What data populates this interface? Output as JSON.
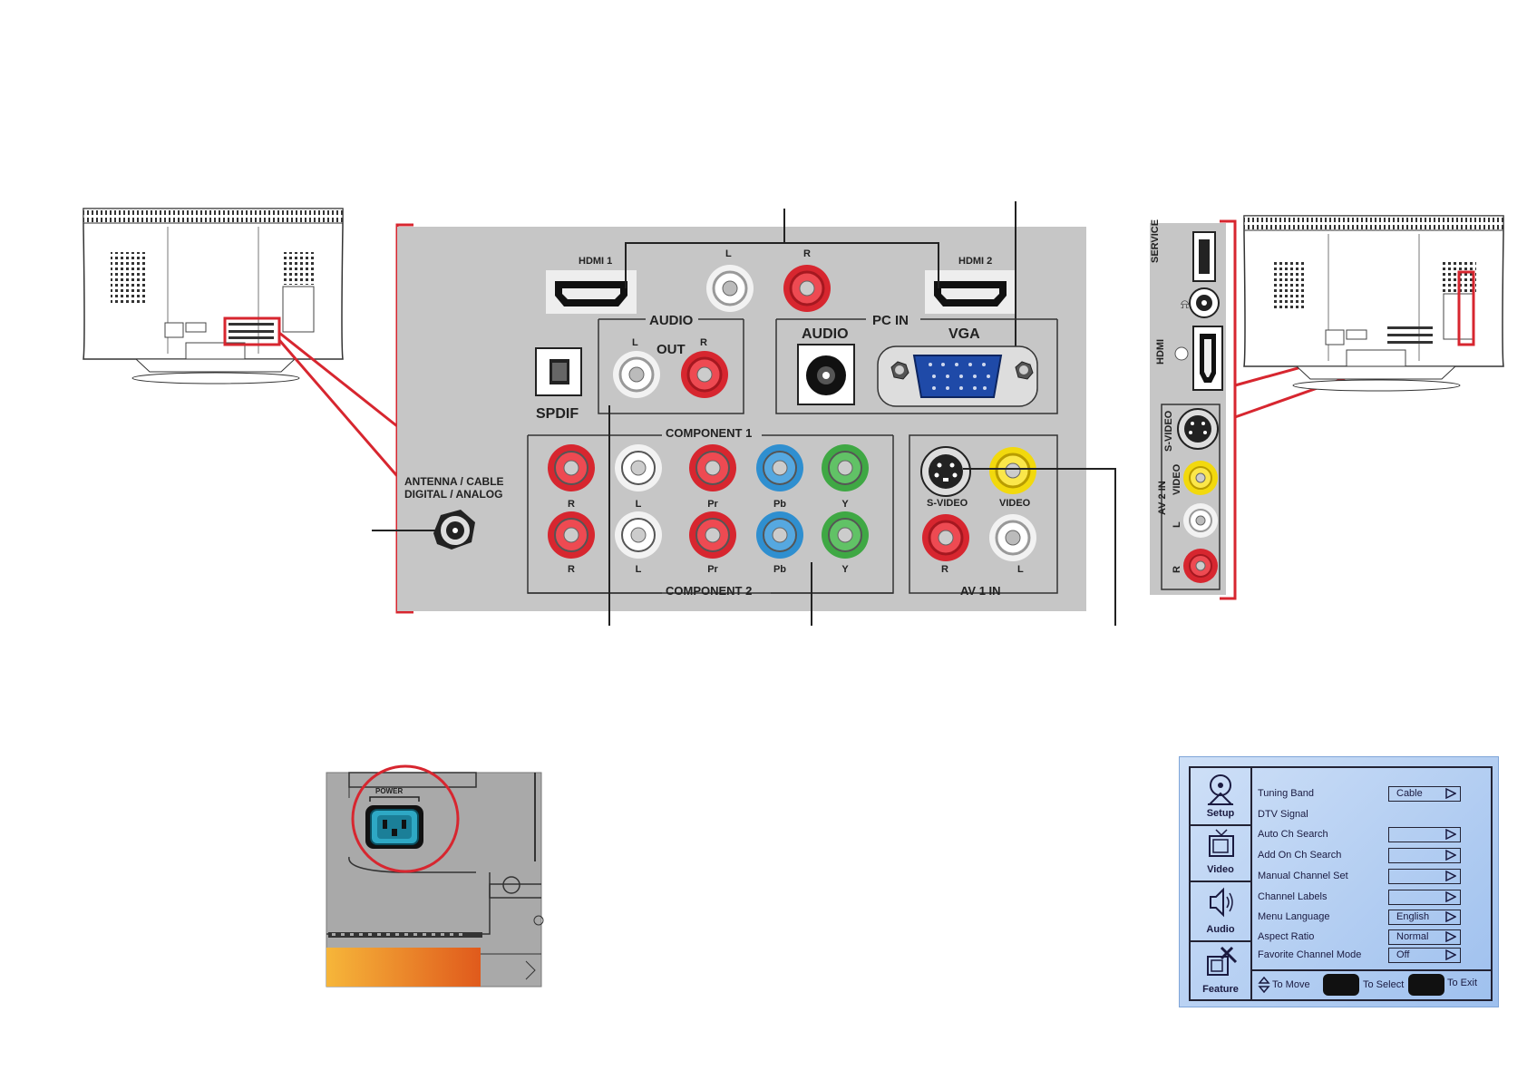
{
  "main_panel": {
    "hdmi1": "HDMI 1",
    "hdmi2": "HDMI 2",
    "audio_l": "L",
    "audio_r": "R",
    "audio_group": "AUDIO",
    "out": "OUT",
    "out_l": "L",
    "out_r": "R",
    "spdif": "SPDIF",
    "pc_in": "PC IN",
    "pc_audio": "AUDIO",
    "vga": "VGA",
    "antenna_line1": "ANTENNA / CABLE",
    "antenna_line2": "DIGITAL / ANALOG",
    "component1": "COMPONENT 1",
    "component2": "COMPONENT 2",
    "comp_labels_top": [
      "R",
      "L",
      "Pr",
      "Pb",
      "Y"
    ],
    "comp_labels_bottom": [
      "R",
      "L",
      "Pr",
      "Pb",
      "Y"
    ],
    "svideo": "S-VIDEO",
    "video": "VIDEO",
    "av1_r": "R",
    "av1_l": "L",
    "av1_in": "AV 1 IN"
  },
  "side_panel": {
    "service": "SERVICE",
    "hdmi": "HDMI",
    "svideo": "S-VIDEO",
    "video": "VIDEO",
    "av2_in": "AV 2 IN",
    "l": "L",
    "r": "R"
  },
  "power": {
    "label": "POWER"
  },
  "menu": {
    "tabs": [
      "Setup",
      "Video",
      "Audio",
      "Feature"
    ],
    "rows": [
      {
        "label": "Tuning Band",
        "value": "Cable",
        "has_box": true
      },
      {
        "label": "DTV Signal",
        "value": "",
        "has_box": false
      },
      {
        "label": "Auto Ch Search",
        "value": "",
        "has_box": true
      },
      {
        "label": "Add On Ch Search",
        "value": "",
        "has_box": true
      },
      {
        "label": "Manual Channel Set",
        "value": "",
        "has_box": true
      },
      {
        "label": "Channel Labels",
        "value": "",
        "has_box": true
      },
      {
        "label": "Menu Language",
        "value": "English",
        "has_box": true
      },
      {
        "label": "Aspect Ratio",
        "value": "Normal",
        "has_box": true
      },
      {
        "label": "Favorite Channel Mode",
        "value": "Off",
        "has_box": true
      }
    ],
    "footer": {
      "move": "To Move",
      "select": "To Select",
      "exit": "To Exit"
    }
  },
  "colors": {
    "panel_gray": "#c6c6c6",
    "highlight_red": "#d7262f",
    "rca_red": "#d7262f",
    "rca_white": "#f2f2f2",
    "rca_yellow": "#f2d90d",
    "rca_blue": "#2f8fd0",
    "rca_green": "#3fa844",
    "vga_blue": "#1f4aa8",
    "power_cyan": "#2ea8c4"
  }
}
